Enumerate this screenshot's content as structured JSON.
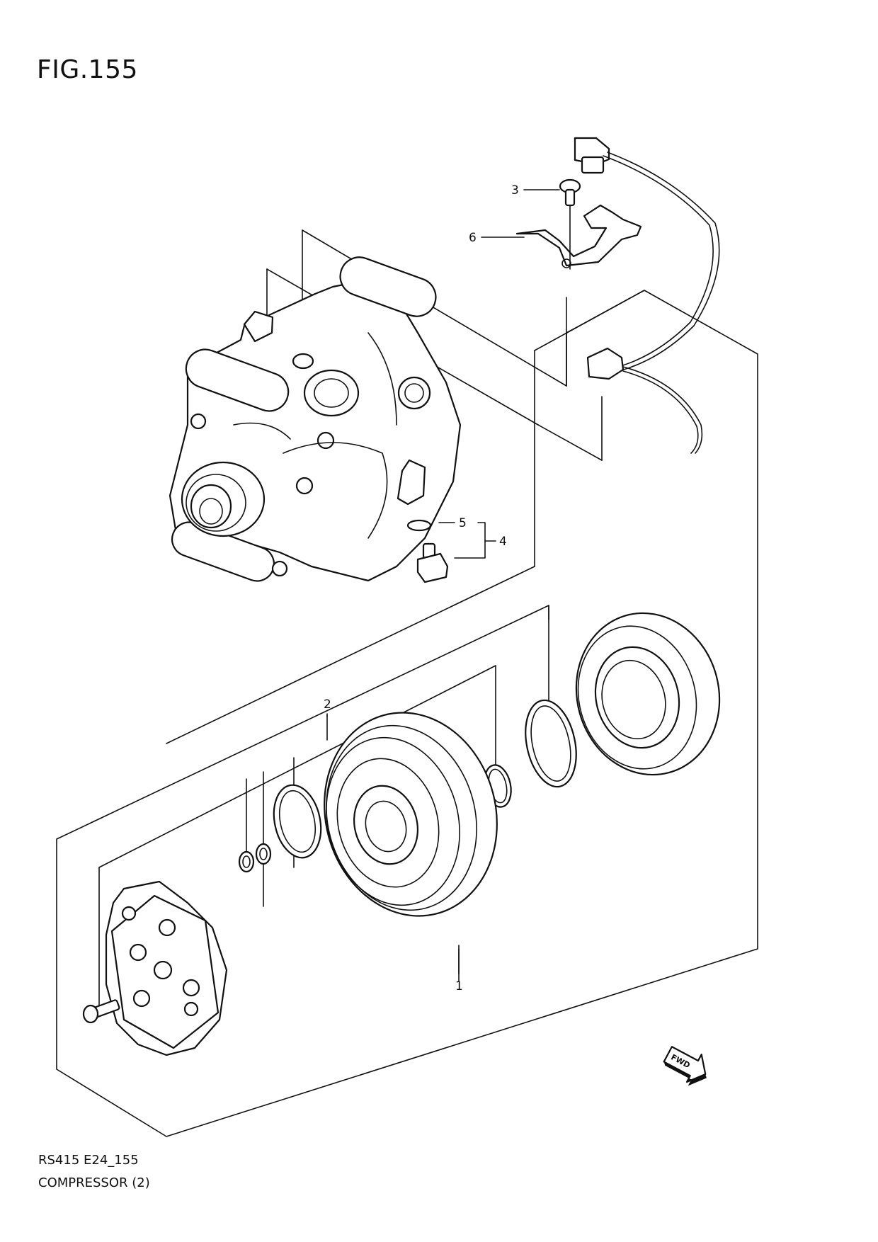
{
  "figure": {
    "title": "FIG.155"
  },
  "callouts": [
    {
      "id": "1",
      "label": "1"
    },
    {
      "id": "2",
      "label": "2"
    },
    {
      "id": "3",
      "label": "3"
    },
    {
      "id": "4",
      "label": "4"
    },
    {
      "id": "5",
      "label": "5"
    },
    {
      "id": "6",
      "label": "6"
    }
  ],
  "direction_marker": {
    "label": "FWD"
  },
  "footer": {
    "code": "RS415 E24_155",
    "name": "COMPRESSOR (2)"
  }
}
